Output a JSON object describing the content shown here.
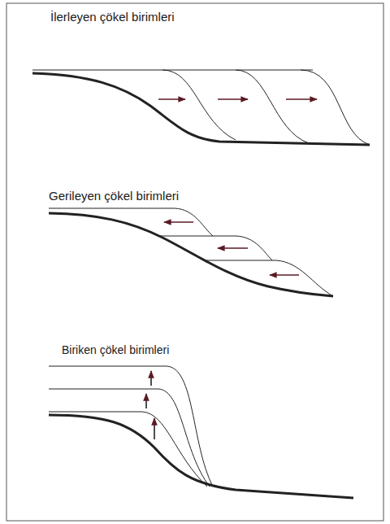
{
  "diagram": {
    "labels": [
      "İlerleyen çökel birimleri",
      "Gerileyen çökel birimleri",
      "Biriken çökel birimleri"
    ]
  }
}
